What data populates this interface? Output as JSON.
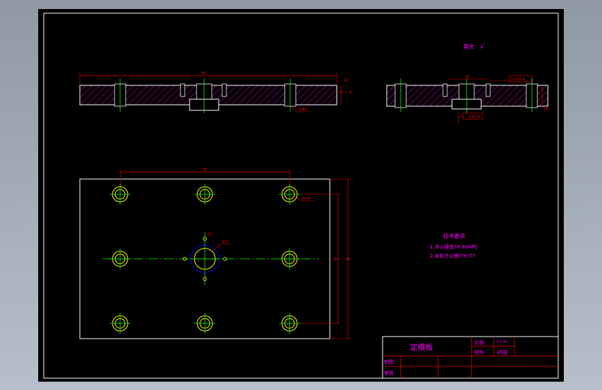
{
  "surface_finish": {
    "label": "其余",
    "symbol": "√"
  },
  "front_view": {
    "dim_overall_length": "90",
    "dim_thickness": "12",
    "dim_step": "8",
    "dim_callout": "4xM8"
  },
  "side_view": {
    "dim_top": "40",
    "tolerance_frame_top": "// 0.02 A",
    "tolerance_frame_bottom": "⊥ 0.02 A",
    "dim_right": "20"
  },
  "plan_view": {
    "dim_top": "90",
    "dim_height_outer": "80",
    "dim_height_inner": "60",
    "hole_callout": "4xφ8",
    "center_bore_dim": "φ10",
    "center_small_label": "8.5"
  },
  "tech_requirements": {
    "title": "技术要求",
    "items": [
      "1.淬火硬度56-60HRC",
      "2.未标注公差IT8-IT7"
    ]
  },
  "title_block": {
    "part_name": "定模板",
    "ratio_label": "比例",
    "ratio_value": "1:1 25",
    "material_label": "材料",
    "material_value": "45钢",
    "drawn_label": "制图",
    "checked_label": "审核"
  },
  "colors": {
    "outline": "#ffffff",
    "hatch": "#ff00ff",
    "centerline": "#00ff00",
    "dimension": "#ff0000",
    "hole_circle": "#ffff00",
    "bore_circle": "#0000ff",
    "annotation": "#ff00ff"
  }
}
